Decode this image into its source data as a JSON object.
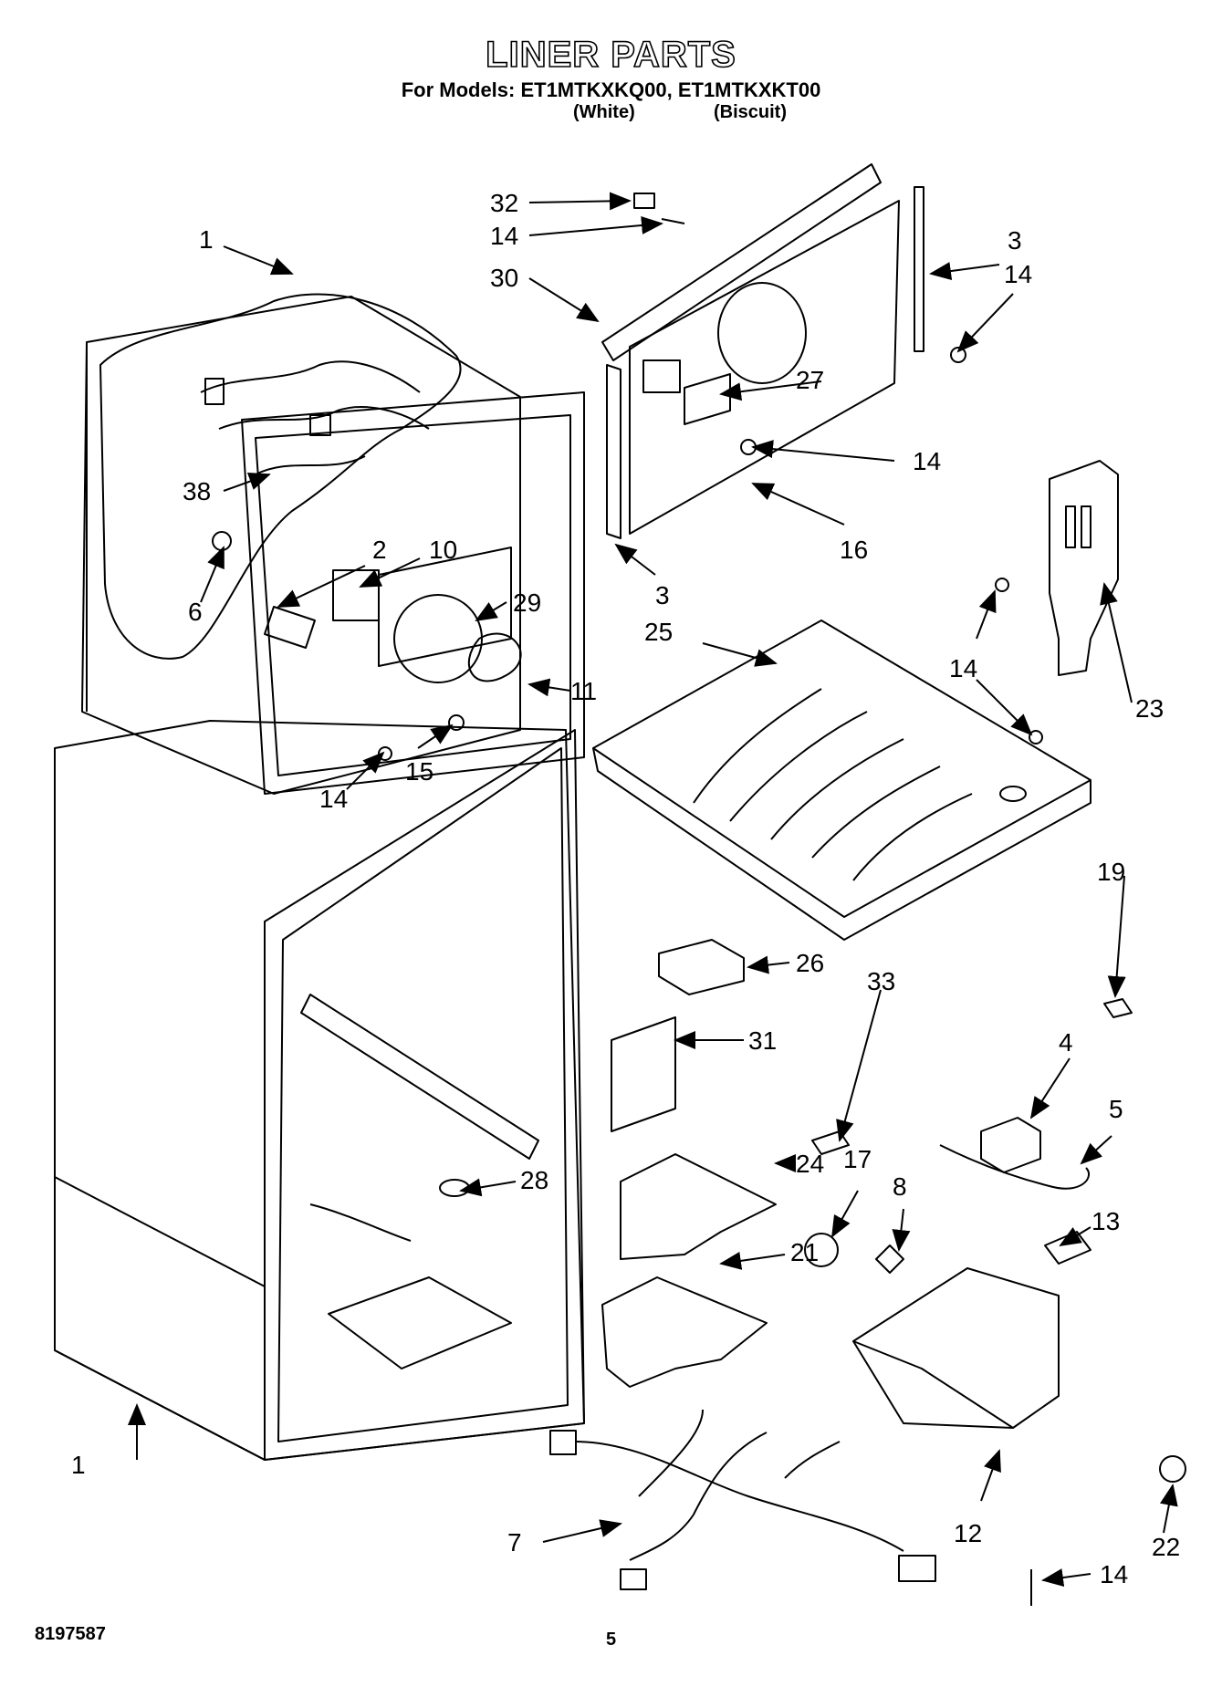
{
  "header": {
    "title": "LINER PARTS",
    "models_label": "For Models: ET1MTKXKQ00, ET1MTKXKT00",
    "variant_white": "(White)",
    "variant_biscuit": "(Biscuit)"
  },
  "footer": {
    "doc_number": "8197587",
    "page_number": "5"
  },
  "callouts": {
    "c1_top": "1",
    "c1_bottom": "1",
    "c2": "2",
    "c3_top": "3",
    "c3_mid": "3",
    "c4": "4",
    "c5": "5",
    "c6": "6",
    "c7": "7",
    "c8": "8",
    "c10": "10",
    "c11": "11",
    "c12": "12",
    "c13": "13",
    "c14_a": "14",
    "c14_b": "14",
    "c14_c": "14",
    "c14_d": "14",
    "c14_e": "14",
    "c14_f": "14",
    "c15": "15",
    "c16": "16",
    "c17": "17",
    "c19": "19",
    "c21": "21",
    "c22": "22",
    "c23": "23",
    "c24": "24",
    "c25": "25",
    "c26": "26",
    "c27": "27",
    "c28": "28",
    "c29": "29",
    "c30": "30",
    "c31": "31",
    "c32": "32",
    "c33": "33",
    "c38": "38"
  }
}
